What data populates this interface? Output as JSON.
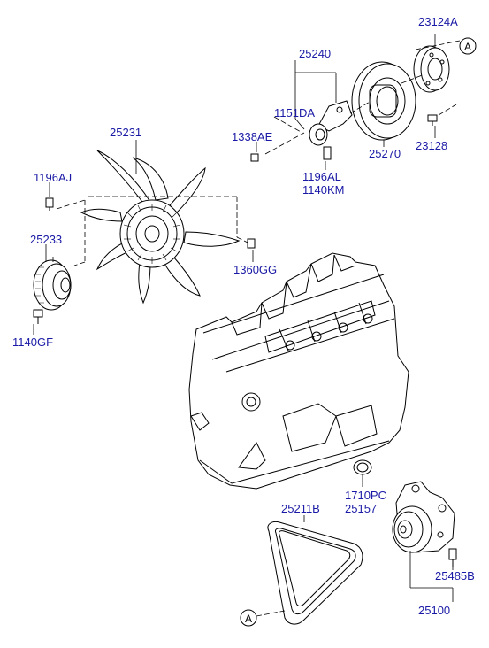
{
  "labels": {
    "p23124A": "23124A",
    "p25240": "25240",
    "p1151DA": "1151DA",
    "p1338AE": "1338AE",
    "p23128": "23128",
    "p25270": "25270",
    "p1196AL": "1196AL",
    "p1140KM": "1140KM",
    "p25231": "25231",
    "p1196AJ": "1196AJ",
    "p25233": "25233",
    "p1360GG": "1360GG",
    "p1140GF": "1140GF",
    "p1710PC": "1710PC",
    "p25157": "25157",
    "p25211B": "25211B",
    "p25485B": "25485B",
    "p25100": "25100"
  },
  "callouts": {
    "a_top": "A",
    "a_bottom": "A"
  },
  "colors": {
    "label": "#1a1aa6",
    "line": "#000000"
  }
}
